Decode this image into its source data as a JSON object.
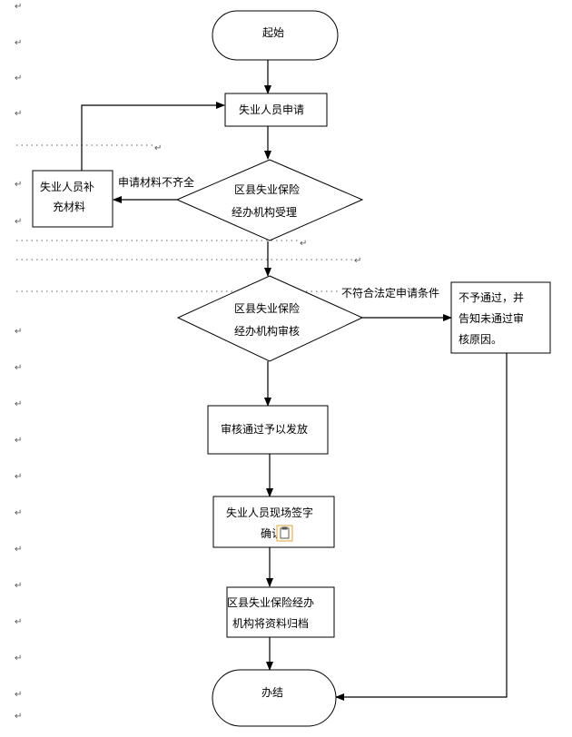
{
  "nodes": {
    "start": "起始",
    "apply": "失业人员申请",
    "supplement_1": "失业人员补",
    "supplement_2": "充材料",
    "accept_1": "区县失业保险",
    "accept_2": "经办机构受理",
    "review_1": "区县失业保险",
    "review_2": "经办机构审核",
    "reject_1": "不予通过，并",
    "reject_2": "告知未通过审",
    "reject_3": "核原因。",
    "approve": "审核通过予以发放",
    "sign_1": "失业人员现场签字",
    "sign_2": "确认",
    "archive_1": "区县失业保险经办",
    "archive_2": "机构将资料归档",
    "end": "办结"
  },
  "edge_labels": {
    "incomplete": "申请材料不齐全",
    "not_qualified": "不符合法定申请条件"
  },
  "paragraph_mark": "↵"
}
